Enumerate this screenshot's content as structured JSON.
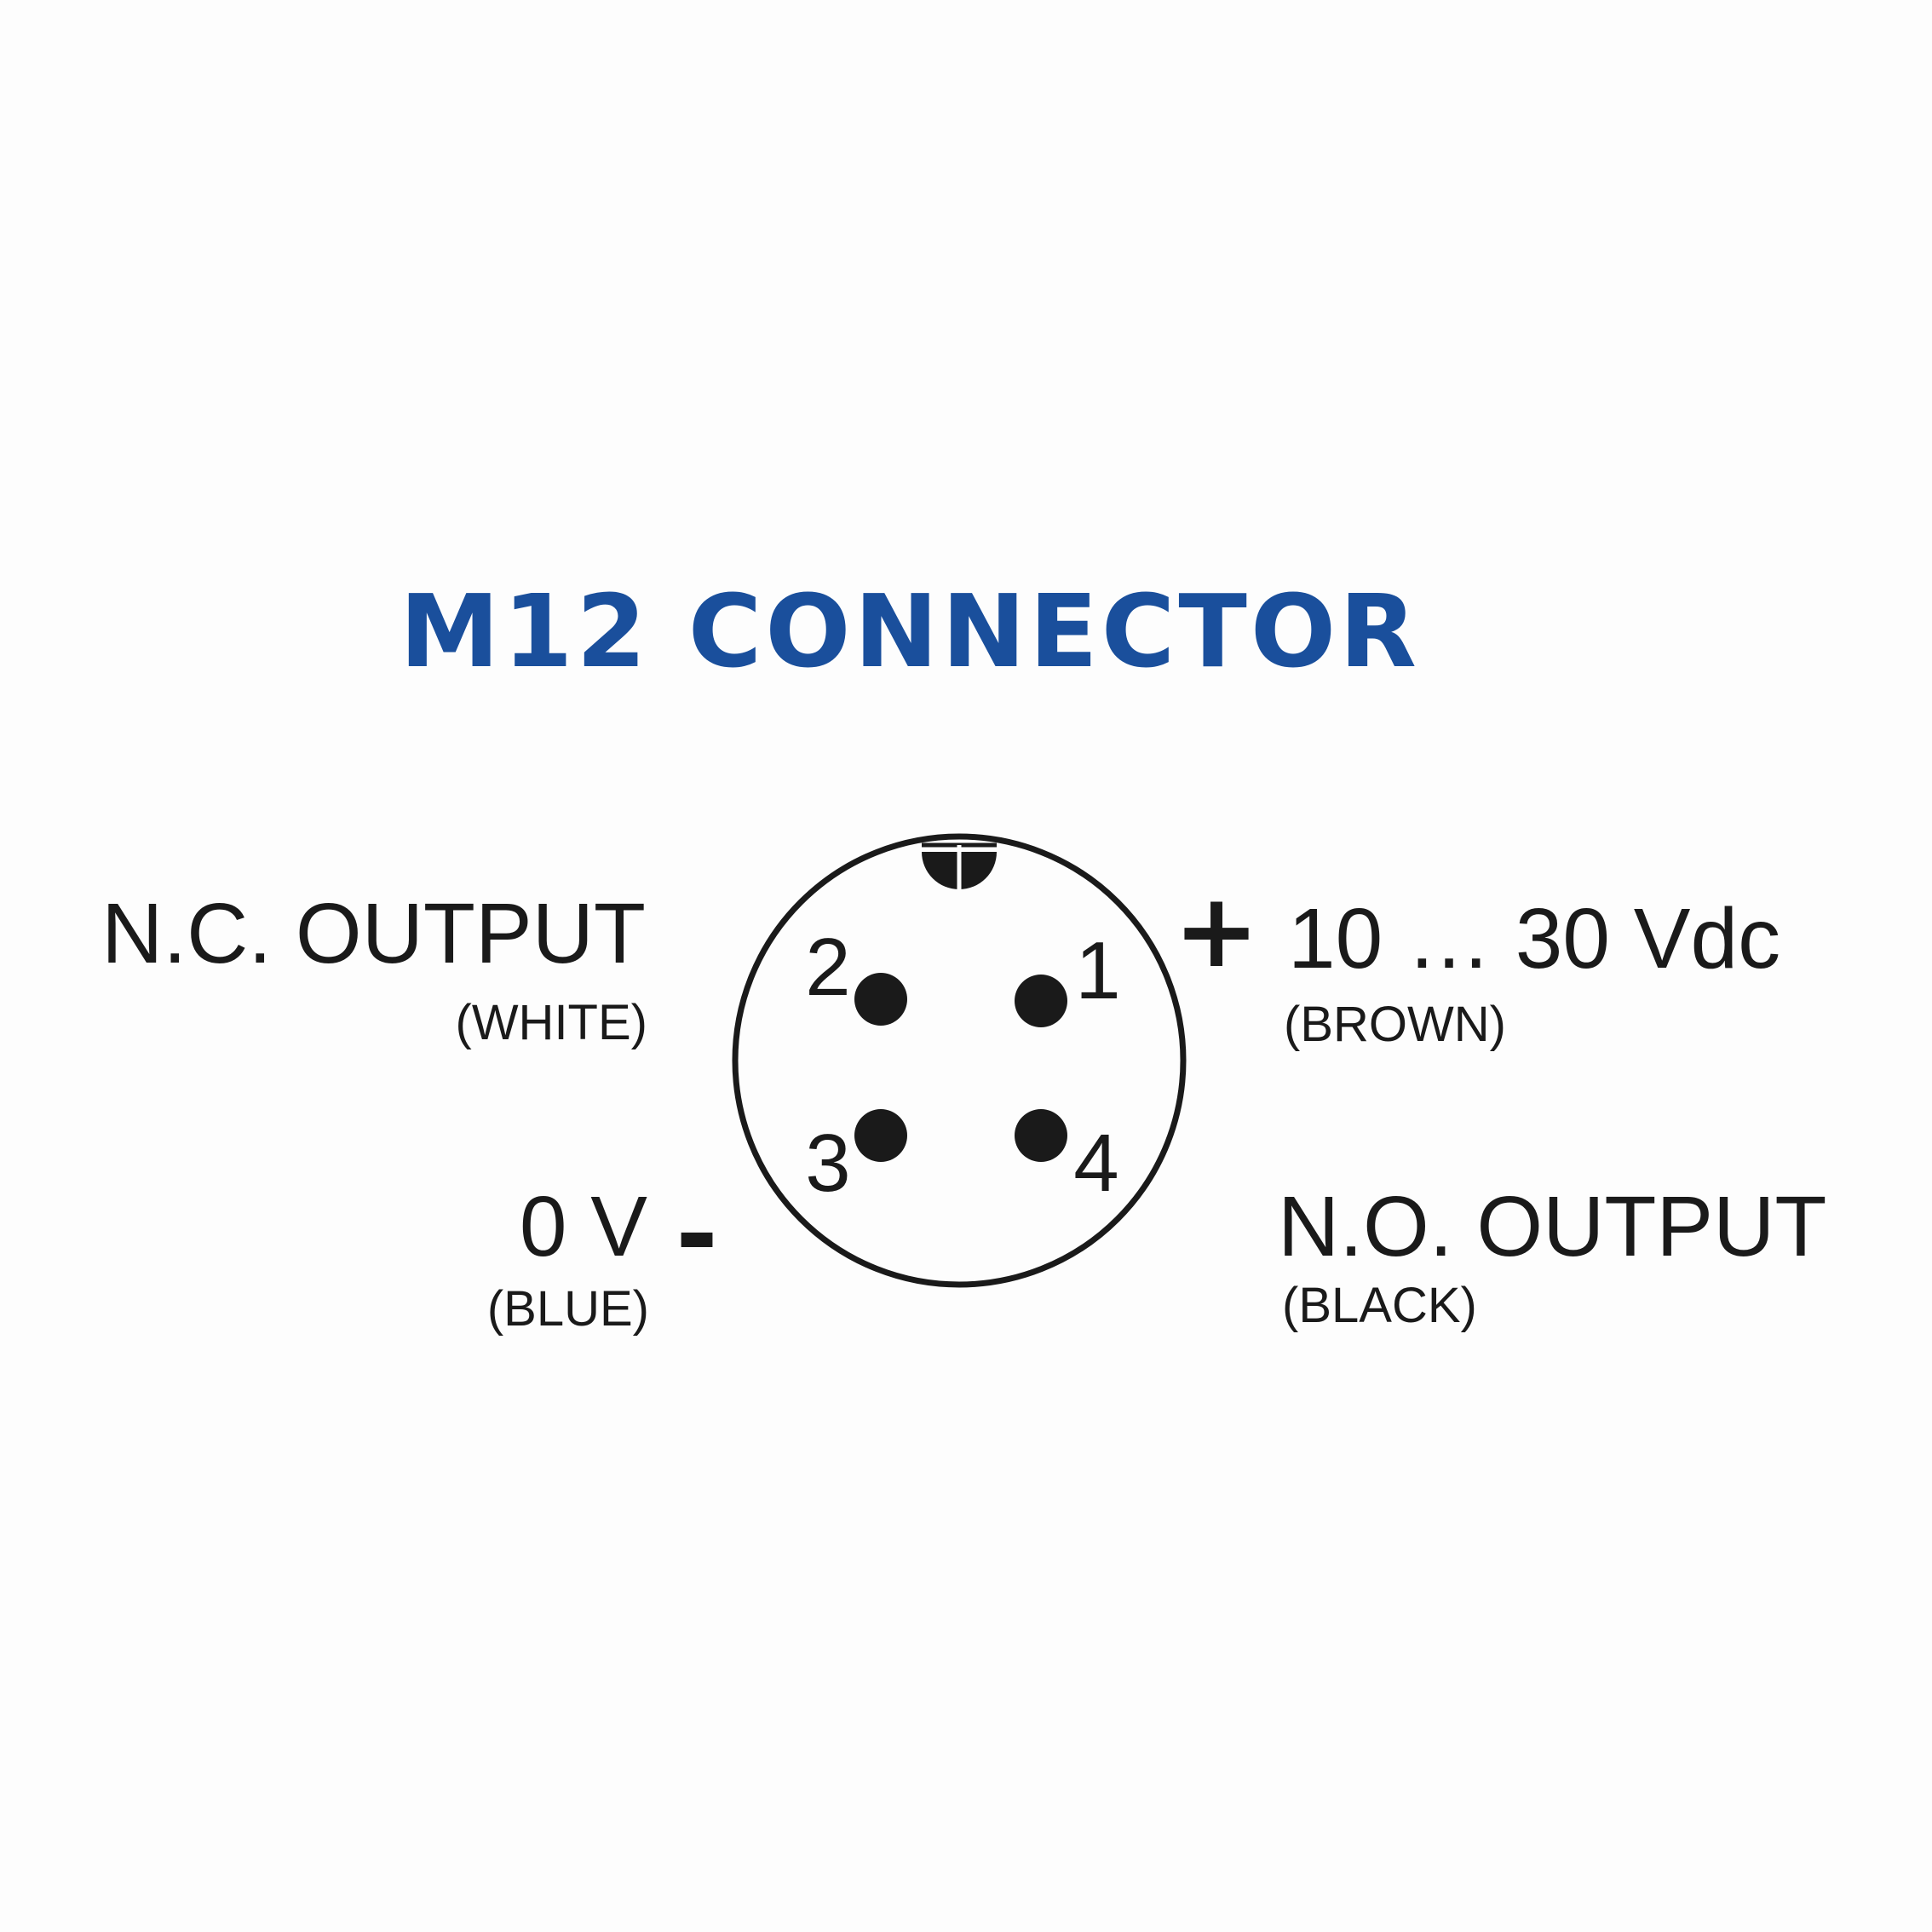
{
  "title": "M12 CONNECTOR",
  "colors": {
    "title": "#1a4f9c",
    "ink": "#1a1a1a",
    "background": "#fdfdfd"
  },
  "pins": [
    {
      "number": "1",
      "function": "10 … 30 Vdc",
      "polarity": "+",
      "wire_color": "(BROWN)"
    },
    {
      "number": "2",
      "function": "N.C. OUTPUT",
      "wire_color": "(WHITE)"
    },
    {
      "number": "3",
      "function": "0 V",
      "polarity": "-",
      "wire_color": "(BLUE)"
    },
    {
      "number": "4",
      "function": "N.O. OUTPUT",
      "wire_color": "(BLACK)"
    }
  ]
}
